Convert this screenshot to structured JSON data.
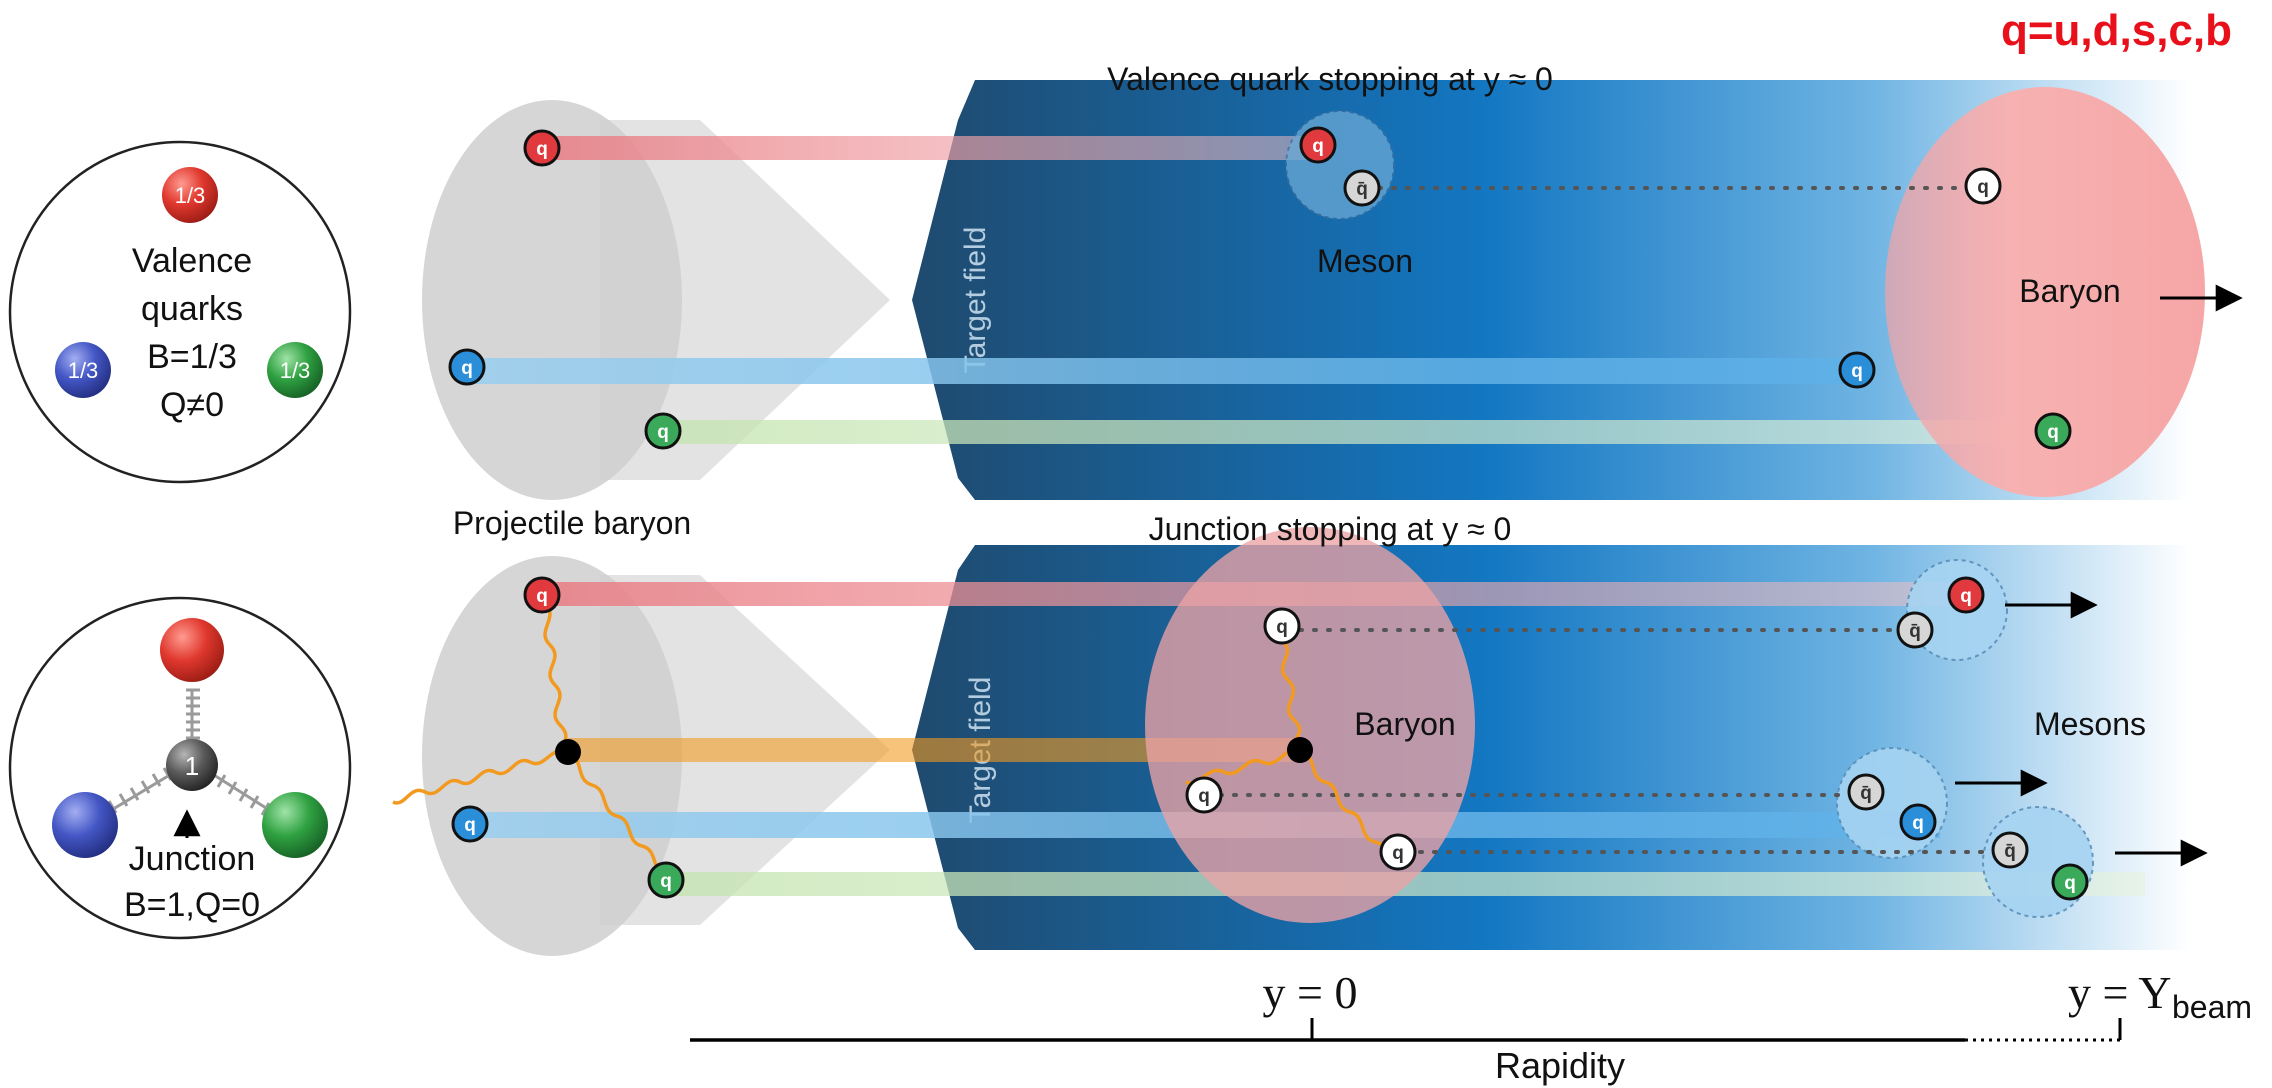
{
  "flavors_label": "q=u,d,s,c,b",
  "top_panel": {
    "legend": {
      "charge": "1/3",
      "line1": "Valence",
      "line2": "quarks",
      "line3": "B=1/3",
      "line4": "Q≠0"
    },
    "title": "Valence quark stopping at y ≈ 0",
    "target_field": "Target field",
    "meson_label": "Meson",
    "baryon_label": "Baryon"
  },
  "projectile_label": "Projectile baryon",
  "bottom_panel": {
    "legend": {
      "center": "1",
      "line1": "Junction",
      "line2": "B=1,Q=0"
    },
    "title": "Junction stopping at y ≈ 0",
    "target_field": "Target field",
    "baryon_label": "Baryon",
    "mesons_label": "Mesons"
  },
  "quark_symbol": "q",
  "antiquark_symbol": "q̄",
  "axis": {
    "label": "Rapidity",
    "tick_zero": "y = 0",
    "tick_beam_main": "y = Y",
    "tick_beam_sub": "beam"
  },
  "colors": {
    "red_quark": "#e03a3e",
    "blue_quark": "#2a8fd8",
    "green_quark": "#3aaa5a",
    "gluon": "#f29a1f",
    "target_field_dark": "#1f4e79",
    "target_field_mid": "#1379c4",
    "baryon_pink": "#f5a3a3",
    "flavor_label": "#e8101a"
  }
}
